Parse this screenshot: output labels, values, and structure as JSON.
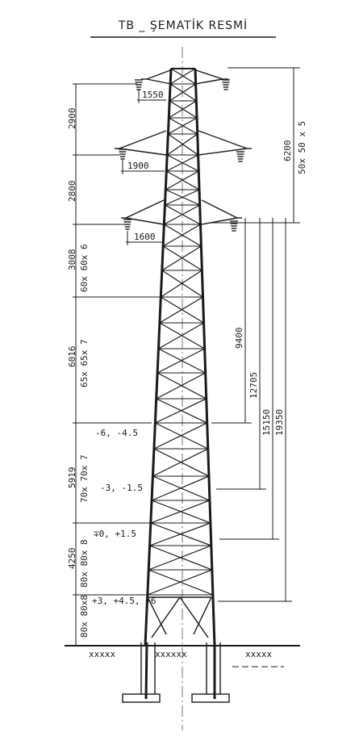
{
  "title": "TB _ ŞEMATİK RESMİ",
  "left_dimensions": {
    "d2900": "2900",
    "d2800": "2800",
    "d3008": "3008",
    "d3008_profile": "60x 60x 6",
    "d6016": "6016",
    "d6016_profile": "65x 65x 7",
    "d5919": "5919",
    "d5919_profile": "70x 70x 7",
    "d4250": "4250",
    "d4250_profile": "80x 80x 8",
    "base_profile": "80x 80x8"
  },
  "crossarms": {
    "top": "1550",
    "middle": "1900",
    "bottom": "1600"
  },
  "right_dimensions": {
    "d6200": "6200",
    "top_profile": "50x 50 x 5",
    "d9400": "9400",
    "d12705": "12705",
    "d15150": "15150",
    "d19350": "19350"
  },
  "extension_labels": {
    "e1": "-6, -4.5",
    "e2": "-3, -1.5",
    "e3": "∓0, +1.5",
    "e4": "+3, +4.5, +6"
  },
  "ground_marks": {
    "left": "xxxxx",
    "middle": "xxxxxx",
    "right": "xxxxx"
  }
}
